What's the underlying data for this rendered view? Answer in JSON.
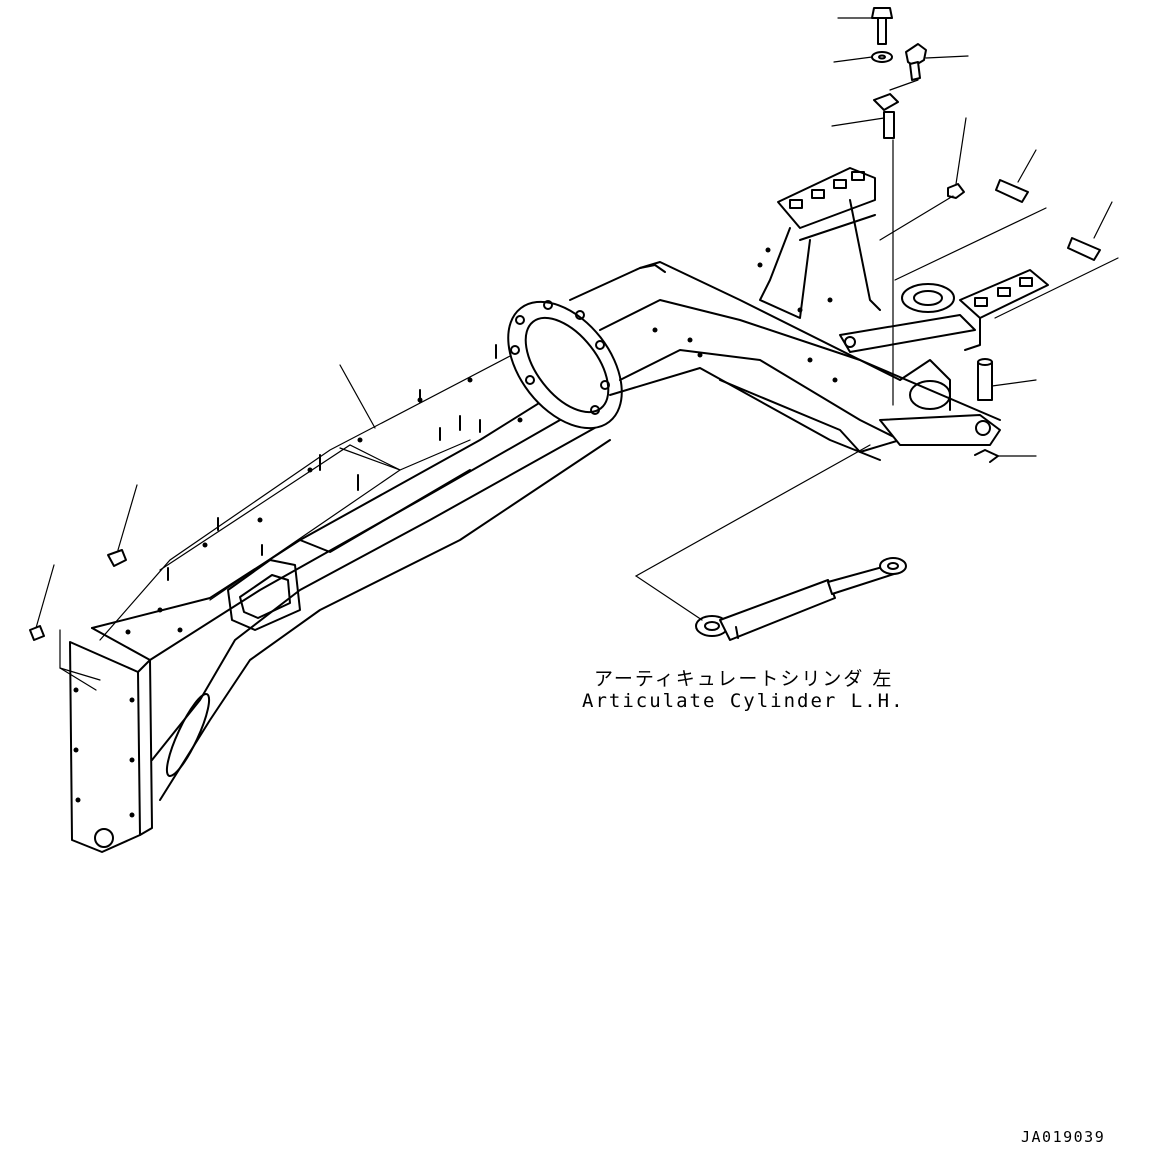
{
  "caption": {
    "japanese": "アーティキュレートシリンダ 左",
    "english": "Articulate Cylinder L.H."
  },
  "drawing_number": "JA019039"
}
